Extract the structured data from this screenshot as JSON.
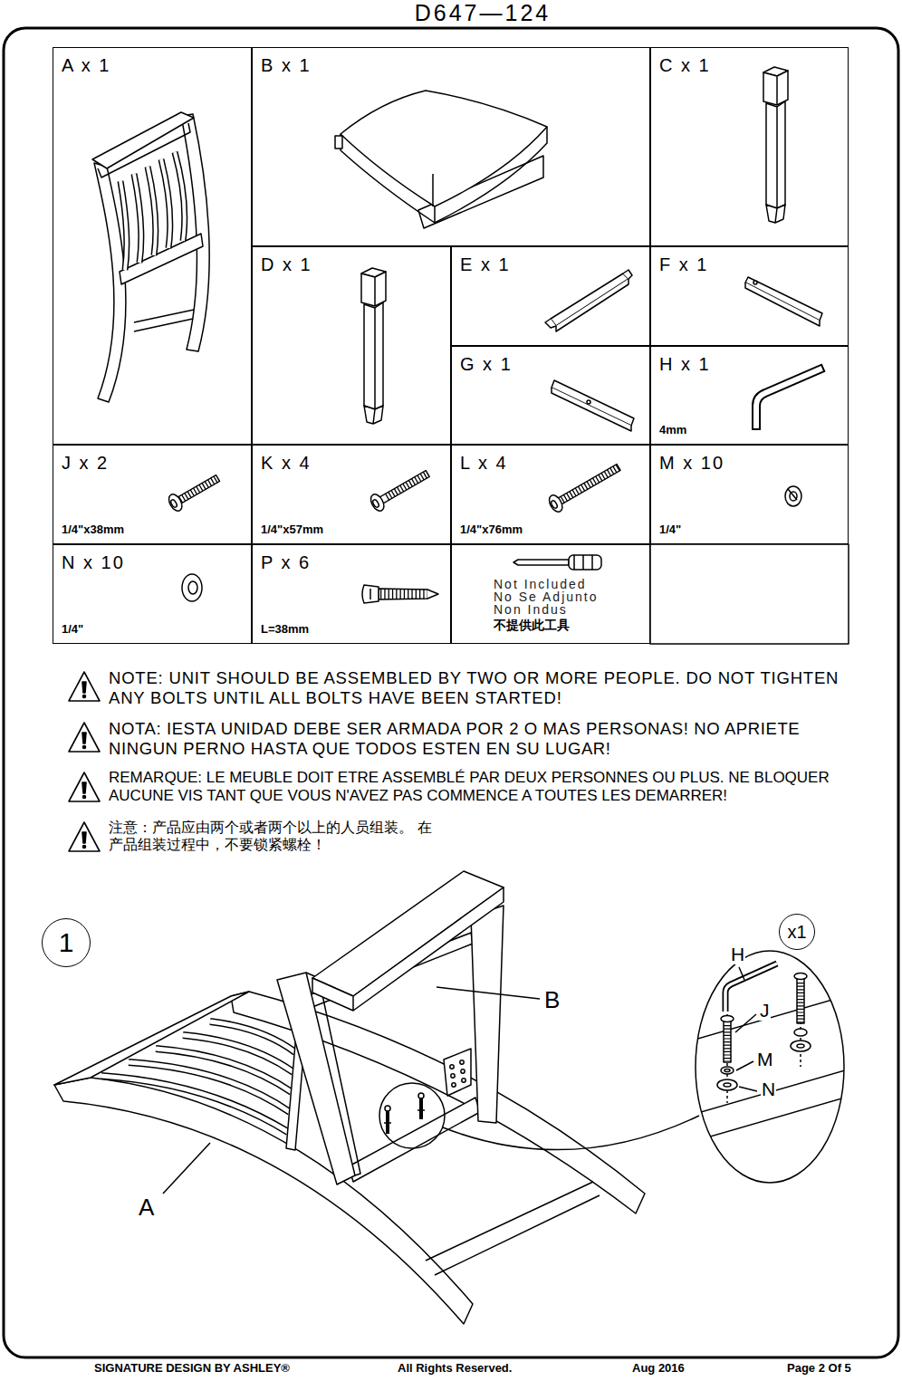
{
  "diagram": {
    "title": "D647—124",
    "nodes": [
      {
        "text": [
          "A x 1"
        ]
      },
      {
        "text": [
          "B x 1"
        ]
      },
      {
        "text": [
          "C x 1"
        ]
      },
      {
        "text": [
          "D x 1"
        ]
      },
      {
        "text": [
          "E x 1"
        ]
      },
      {
        "text": [
          "F x 1"
        ]
      },
      {
        "text": [
          "G x 1"
        ]
      },
      {
        "text": [
          "H x 1",
          "4mm"
        ]
      },
      {
        "text": [
          "J x 2",
          "1/4\"x38mm"
        ]
      },
      {
        "text": [
          "K x 4",
          "1/4\"x57mm"
        ]
      },
      {
        "text": [
          "L x 4",
          "1/4\"x76mm"
        ]
      },
      {
        "text": [
          "M x 10",
          "1/4\""
        ]
      },
      {
        "text": [
          "N x 10",
          "1/4\""
        ]
      },
      {
        "text": [
          "P x 6",
          "L=38mm"
        ]
      },
      {
        "text": [
          "Not Included",
          "No Se Adjunto",
          "Non Indus",
          "不提供此工具"
        ]
      },
      {
        "text": [
          "1"
        ]
      },
      {
        "text": [
          "x1"
        ]
      }
    ],
    "labels": [
      "NOTE: UNIT SHOULD BE ASSEMBLED BY TWO OR MORE PEOPLE. DO NOT TIGHTEN ANY BOLTS UNTIL ALL BOLTS HAVE BEEN STARTED!",
      "NOTA: IESTA UNIDAD DEBE SER ARMADA POR 2 O MAS PERSONAS! NO APRIETE NINGUN PERNO HASTA QUE TODOS ESTEN EN SU LUGAR!",
      "REMARQUE: LE MEUBLE DOIT ETRE ASSEMBLÉ PAR DEUX PERSONNES OU PLUS. NE BLOQUER AUCUNE VIS TANT QUE VOUS N'AVEZ PAS COMMENCE A TOUTES LES DEMARRER!",
      "注意：产品应由两个或者两个以上的人员组装。 在产品组装过程中，不要锁紧螺栓！",
      "B",
      "A",
      "H",
      "J",
      "M",
      "N",
      "SIGNATURE DESIGN BY ASHLEY®",
      "All Rights Reserved.",
      "Aug 2016",
      "Page 2 Of 5"
    ]
  }
}
